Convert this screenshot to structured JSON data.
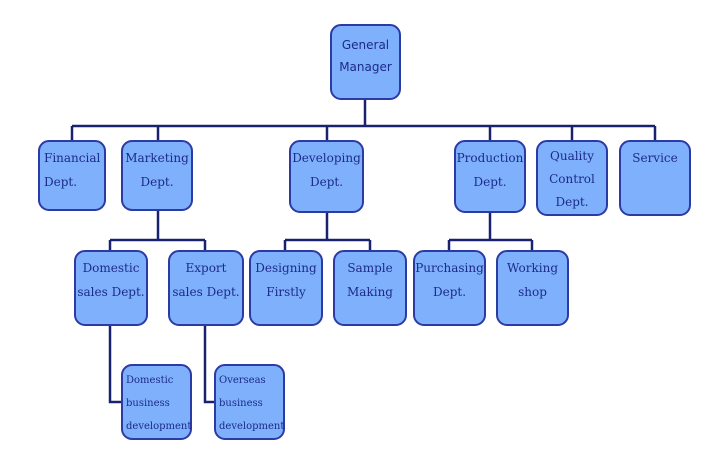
{
  "chart": {
    "general_manager": [
      "General",
      "Manager"
    ],
    "departments": {
      "financial": [
        "Financial",
        "Dept."
      ],
      "marketing": [
        "Marketing",
        "Dept."
      ],
      "developing": [
        "Developing",
        "Dept."
      ],
      "production": [
        "Production",
        "Dept."
      ],
      "quality_control": [
        "Quality",
        "Control",
        "Dept."
      ],
      "service": [
        "Service"
      ]
    },
    "marketing_units": {
      "domestic_sales": [
        "Domestic",
        "sales Dept."
      ],
      "export_sales": [
        "Export",
        "sales Dept."
      ]
    },
    "developing_units": {
      "designing": [
        "Designing",
        "Firstly"
      ],
      "sample_making": [
        "Sample",
        "Making"
      ]
    },
    "production_units": {
      "purchasing": [
        "Purchasing",
        "Dept."
      ],
      "working_shop": [
        "Working",
        "shop"
      ]
    },
    "business_units": {
      "domestic_business": [
        "Domestic",
        "business",
        "development"
      ],
      "overseas_business": [
        "Overseas",
        "business",
        "development"
      ]
    }
  },
  "colors": {
    "box_fill": "#7fb0fb",
    "box_border": "#2c3aa6",
    "text": "#1c2a8c",
    "connector": "#1a2270"
  }
}
